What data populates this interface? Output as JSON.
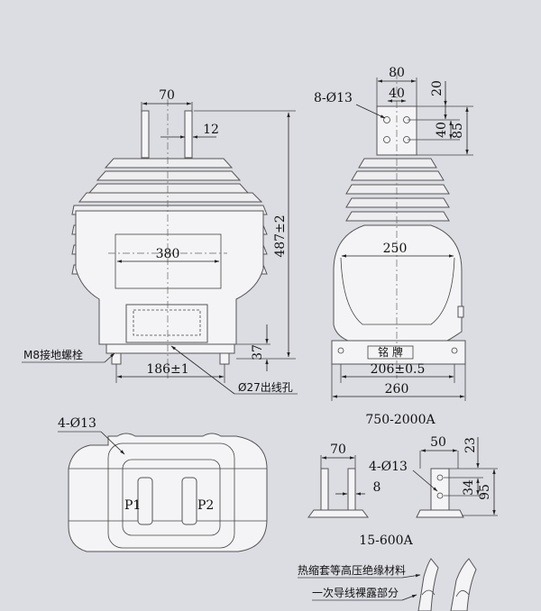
{
  "front_view": {
    "top_width": "70",
    "terminal_gap": "12",
    "body_width": "380",
    "height": "487±2",
    "base_offset": "37",
    "mount_distance": "186±1",
    "ground_bolt": "M8接地螺栓",
    "outlet_hole": "Ø27出线孔"
  },
  "side_view": {
    "terminal_width": "80",
    "terminal_inner": "40",
    "terminal_top": "20",
    "terminal_holes": "8-Ø13",
    "terminal_spacing": "40",
    "terminal_height": "85",
    "body_width": "250",
    "nameplate": "铭  牌",
    "mount_distance": "206±0.5",
    "base_width": "260",
    "rating_label": "750-2000A"
  },
  "top_view": {
    "holes": "4-Ø13",
    "p1": "P1",
    "p2": "P2"
  },
  "small_terminal": {
    "width": "70",
    "thickness": "8",
    "holes": "4-Ø13",
    "side_width": "50",
    "top_offset": "23",
    "hole_spacing": "34",
    "height": "95",
    "rating_label": "15-600A"
  },
  "notes": {
    "insulation": "热缩套等高压绝缘材料",
    "exposed": "一次导线裸露部分"
  }
}
